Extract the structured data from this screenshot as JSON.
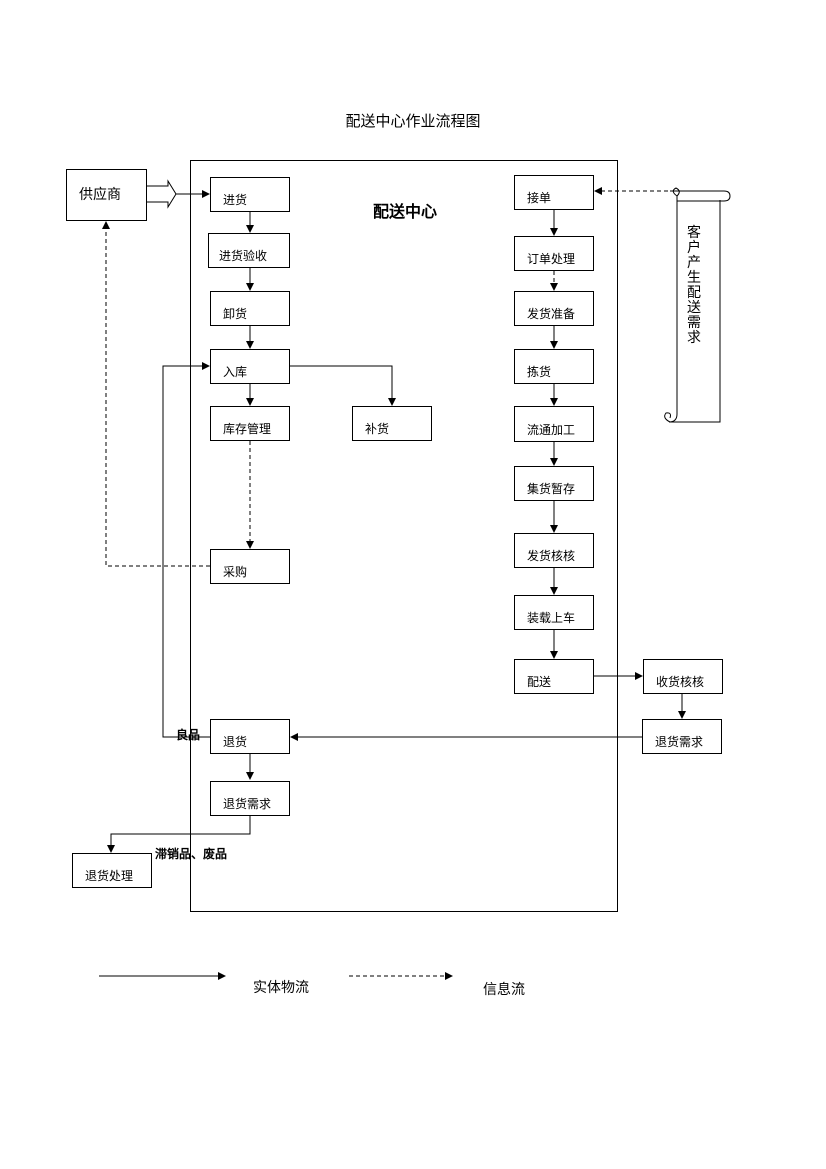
{
  "title": "配送中心作业流程图",
  "center_title": "配送中心",
  "supplier": "供应商",
  "customer_scroll": "客户产生配送需求",
  "left_column": {
    "inbound": "进货",
    "inspection": "进货验收",
    "unloading": "卸货",
    "warehousing": "入库",
    "inventory": "库存管理",
    "purchasing": "采购",
    "returns": "退货",
    "return_demand": "退货需求",
    "return_processing": "退货处理"
  },
  "middle": {
    "replenish": "补货"
  },
  "right_column": {
    "order_receive": "接单",
    "order_processing": "订单处理",
    "shipping_prep": "发货准备",
    "picking": "拣货",
    "processing": "流通加工",
    "staging": "集货暂存",
    "shipping_check": "发货核核",
    "loading": "装载上车",
    "delivery": "配送"
  },
  "outside": {
    "receipt_check": "收货核核",
    "return_demand_ext": "退货需求"
  },
  "labels": {
    "good": "良品",
    "slow_waste": "滞销品、废品"
  },
  "legend": {
    "solid": "实体物流",
    "dashed": "信息流"
  }
}
